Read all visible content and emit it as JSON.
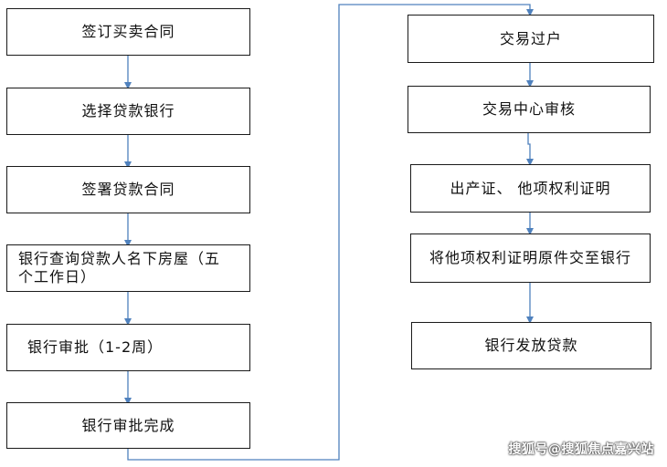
{
  "left_column": [
    {
      "id": "step-sign-sale-contract",
      "label": "签订买卖合同"
    },
    {
      "id": "step-choose-bank",
      "label": "选择贷款银行"
    },
    {
      "id": "step-sign-loan-contract",
      "label": "签署贷款合同"
    },
    {
      "id": "step-bank-property-check",
      "label": "银行查询贷款人名下房屋（五个工作日）"
    },
    {
      "id": "step-bank-approval",
      "label": "银行审批（1-2周）"
    },
    {
      "id": "step-approval-complete",
      "label": "银行审批完成"
    }
  ],
  "right_column": [
    {
      "id": "step-transfer-ownership",
      "label": "交易过户"
    },
    {
      "id": "step-trading-center-review",
      "label": "交易中心审核"
    },
    {
      "id": "step-issue-certificates",
      "label": "出产证、 他项权利证明"
    },
    {
      "id": "step-submit-originals",
      "label": "将他项权利证明原件交至银行"
    },
    {
      "id": "step-bank-disburse",
      "label": "银行发放贷款"
    }
  ],
  "watermark": "搜狐号@搜狐焦点嘉兴站",
  "colors": {
    "connector": "#4f81bd",
    "border": "#1a1a1a"
  }
}
